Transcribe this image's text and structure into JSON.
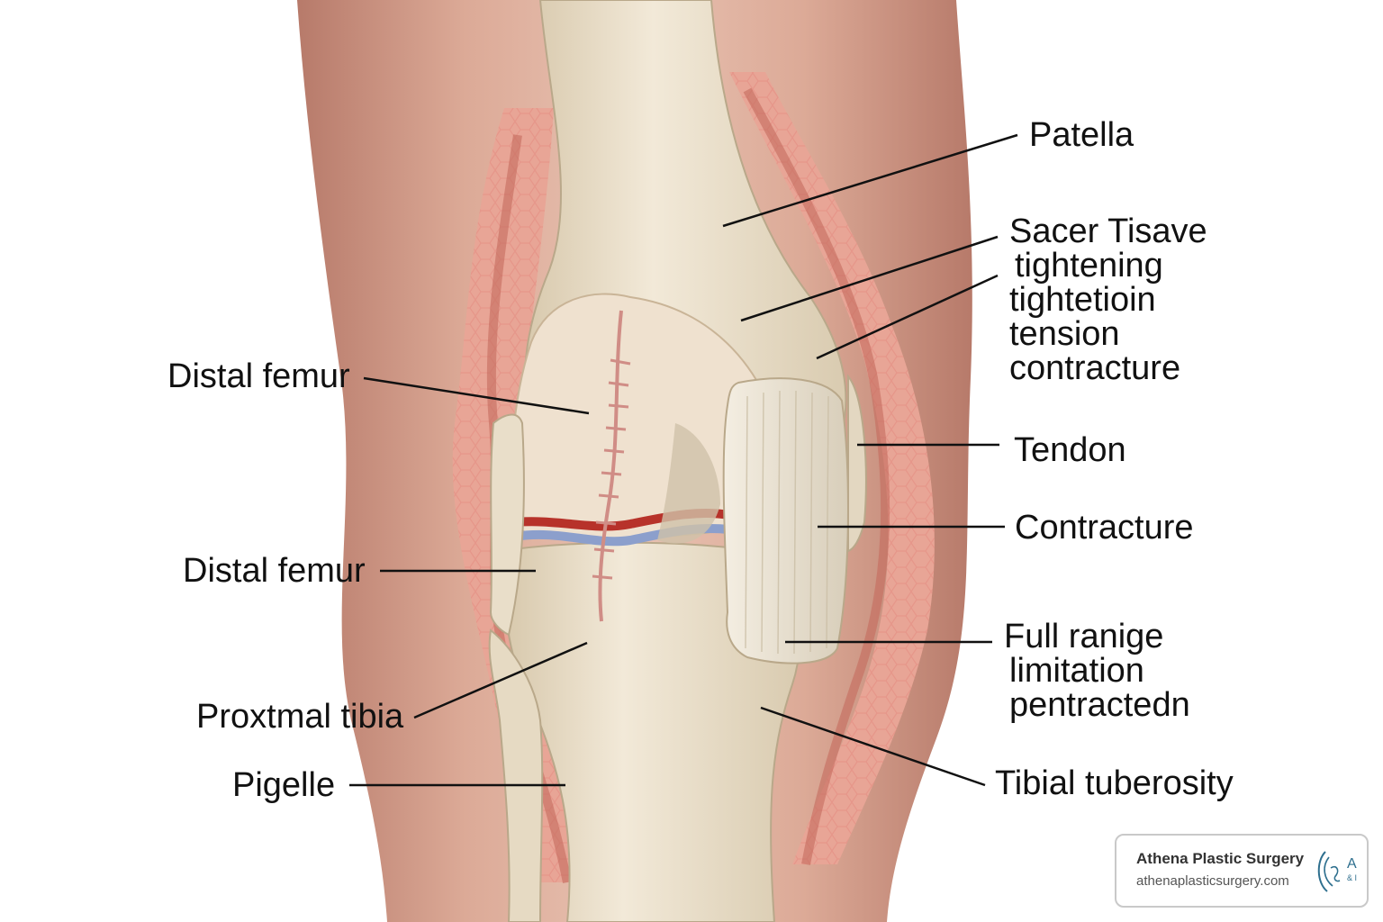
{
  "labels": {
    "patella": "Patella",
    "sacer_tisave": [
      "Sacer Tisave",
      "tightening",
      "tightetioin",
      "tension",
      "contracture"
    ],
    "tendon": "Tendon",
    "contracture": "Contracture",
    "full_range": [
      "Full ranige",
      "limitation",
      "pentractedn"
    ],
    "tibial_tuberosity": "Tibial tuberosity",
    "distal_femur_upper": "Distal femur",
    "distal_femur_lower": "Distal femur",
    "proximal_tibia": "Proxtmal tibia",
    "pigelle": "Pigelle"
  },
  "badge": {
    "name": "Athena Plastic Surgery",
    "url": "athenaplasticsurgery.com",
    "logo_text": "A",
    "logo_subtext": "& I"
  },
  "colors": {
    "skin": "#d9a594",
    "bone": "#eee3cf",
    "tissue_red": "#e07a6e",
    "vein_blue": "#8c9fcc",
    "artery_red": "#b7322a",
    "line": "#111111"
  }
}
